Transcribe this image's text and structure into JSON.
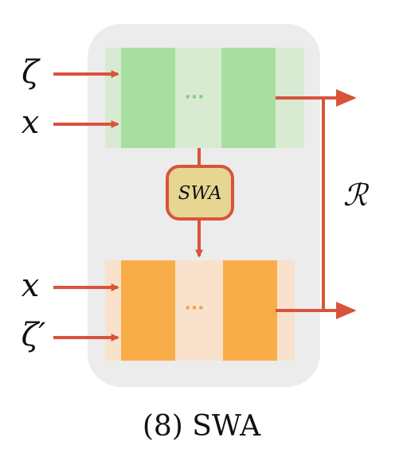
{
  "diagram": {
    "inputs_top": [
      "ζ",
      "x"
    ],
    "inputs_bottom": [
      "x",
      "ζ′"
    ],
    "top_block_ellipsis": "···",
    "bottom_block_ellipsis": "···",
    "middle_node_label": "SWA",
    "output_label": "ℛ",
    "caption": "(8) SWA",
    "colors": {
      "background_panel": "#ececec",
      "top_block_light": "#d9ead3",
      "top_block_dark": "#a8dea0",
      "top_ellipsis": "#7fcf7f",
      "bottom_block_light": "#f9e2cb",
      "bottom_block_dark": "#f9ad48",
      "bottom_ellipsis": "#f3a040",
      "swa_fill": "#e7d592",
      "arrow": "#d9533b"
    }
  }
}
